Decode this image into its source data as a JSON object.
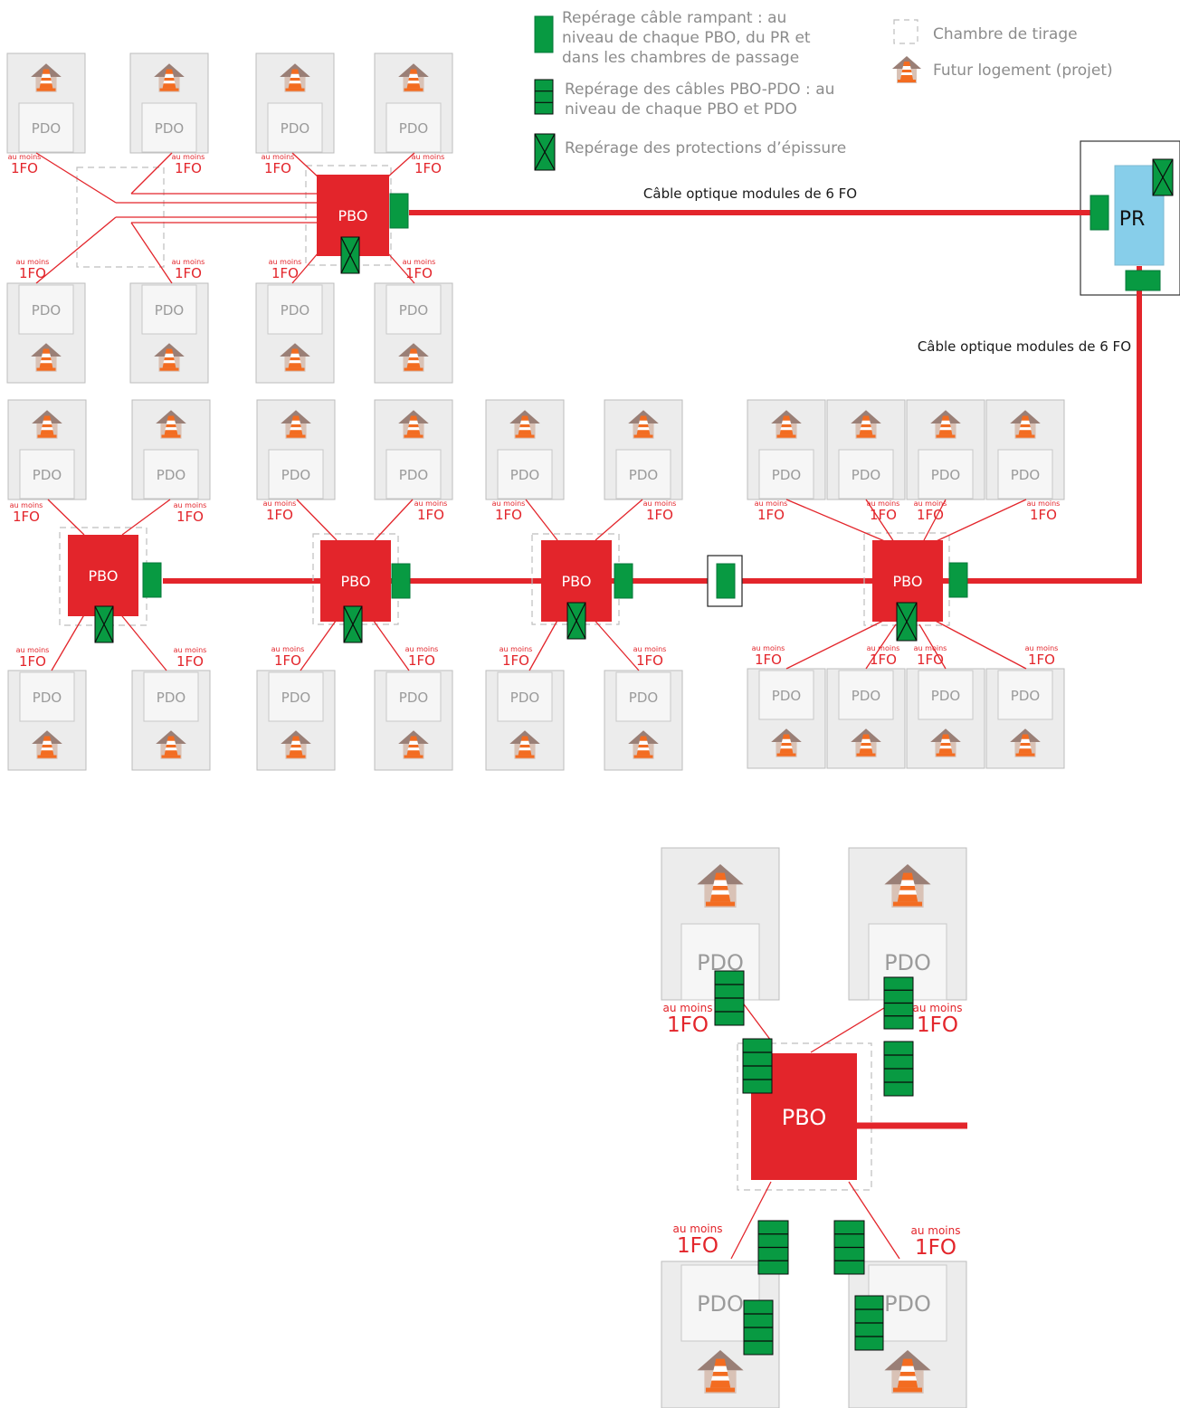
{
  "colors": {
    "cable_red": "#e3252b",
    "marker_green": "#089a42",
    "pr_blue": "#87ceea",
    "dwelling_bg": "#ececec",
    "pdo_box_bg": "#f6f6f6",
    "pdo_text": "#9b9b9b",
    "chamber_border": "#bdbdbd",
    "legend_text": "#8c8c8c"
  },
  "icons": {
    "dwelling": "house-with-traffic-cone-icon",
    "cable_marker": "green-cable-tag",
    "pbo_pdo_marker": "green-striped-tag",
    "splice_marker": "green-crossed-tag"
  },
  "legend": {
    "cable_marker": [
      "Repérage câble rampant : au",
      "niveau de chaque PBO, du PR et",
      "dans les chambres de passage"
    ],
    "pbo_pdo_marker": [
      "Repérage des câbles PBO-PDO : au",
      "niveau de chaque PBO et PDO"
    ],
    "splice_marker": [
      "Repérage des protections d’épissure"
    ],
    "chamber": "Chambre de tirage",
    "dwelling": "Futur logement (projet)"
  },
  "labels": {
    "pbo": "PBO",
    "pdo": "PDO",
    "pr": "PR",
    "fiber_small": "au moins",
    "fiber_big": "1FO",
    "cable_top": "Câble optique modules de 6 FO",
    "cable_right": "Câble optique modules de 6 FO"
  }
}
